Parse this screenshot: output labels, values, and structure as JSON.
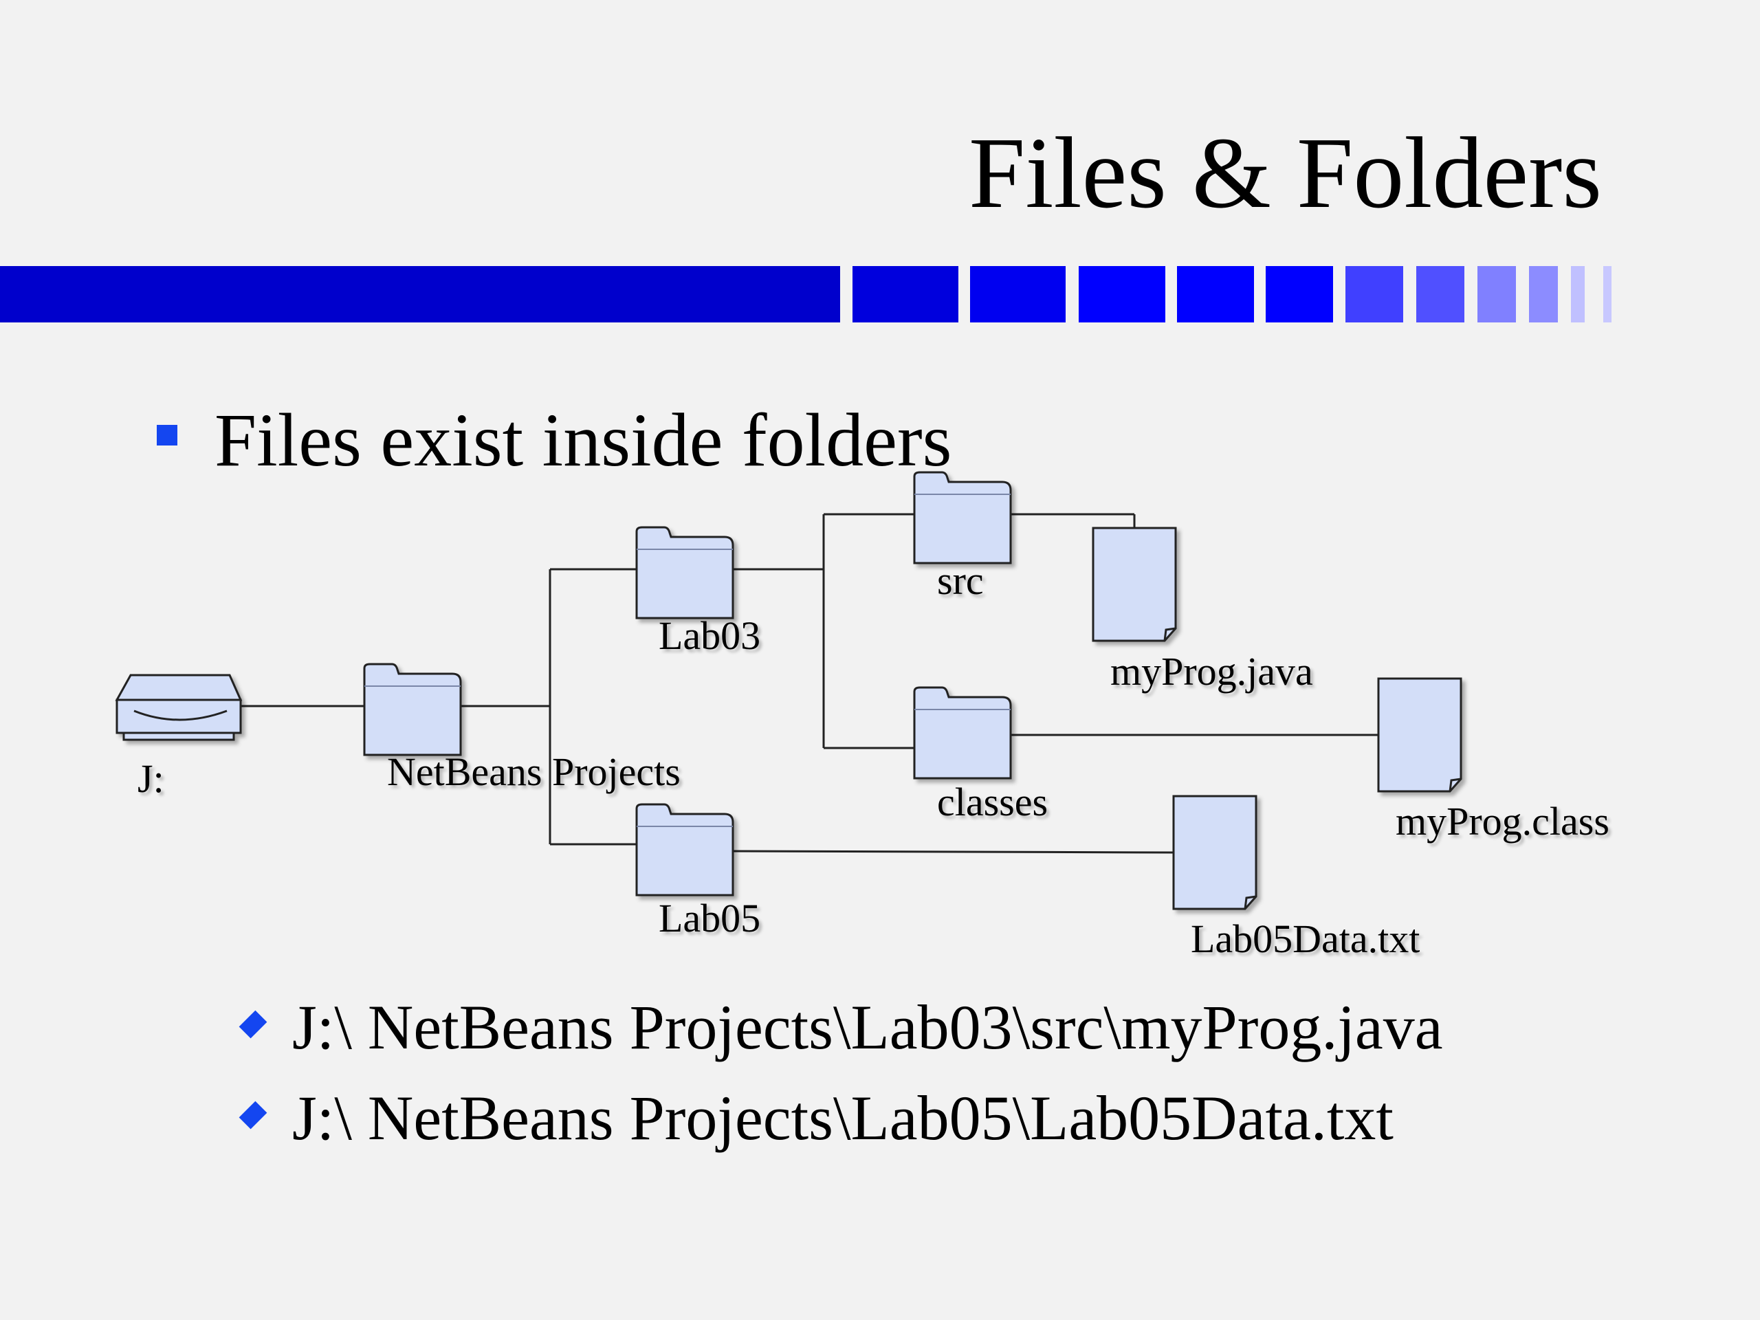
{
  "slide": {
    "title": "Files & Folders",
    "bullet": "Files exist inside folders",
    "paths": [
      "J:\\ NetBeans Projects\\Lab03\\src\\myProg.java",
      "J:\\ NetBeans Projects\\Lab05\\Lab05Data.txt"
    ]
  },
  "tree": {
    "drive": "J:",
    "netbeans": "NetBeans Projects",
    "lab03": "Lab03",
    "src": "src",
    "classes": "classes",
    "lab05": "Lab05",
    "java_file": "myProg.java",
    "class_file": "myProg.class",
    "data_file": "Lab05Data.txt"
  },
  "colors": {
    "accent": "#1446f0",
    "folder_fill": "#d3def8",
    "bar_blues": [
      "#0000cc",
      "#0000dd",
      "#0000f0",
      "#0000ff",
      "#0000ff",
      "#0000ff",
      "#4040ff",
      "#5050ff",
      "#8080ff",
      "#8c8cff",
      "#c0c0ff"
    ]
  }
}
